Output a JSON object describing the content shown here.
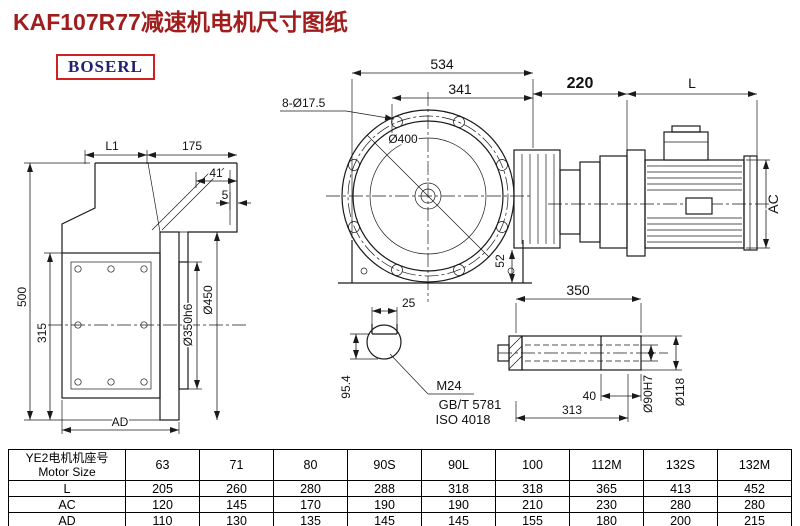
{
  "title": "KAF107R77减速机电机尺寸图纸",
  "logo": "BOSERL",
  "colors": {
    "title_red": "#a01d1d",
    "logo_blue": "#232270",
    "logo_border_red": "#cf2121",
    "line": "#1a1a1a"
  },
  "drawing": {
    "dims": {
      "dL1": "L1",
      "d175": "175",
      "d41": "41",
      "d5": "5",
      "d500": "500",
      "d315": "315",
      "dAD": "AD",
      "d350h6": "Ø350h6",
      "d450": "Ø450",
      "d534": "534",
      "d341": "341",
      "bolt_holes": "8-Ø17.5",
      "d400": "Ø400",
      "d52": "52",
      "d220": "220",
      "dL": "L",
      "dAC": "AC",
      "d25": "25",
      "d95_4": "95.4",
      "m24": "M24",
      "gbt": "GB/T 5781",
      "iso": "ISO 4018",
      "d350": "350",
      "d40": "40",
      "d313": "313",
      "d90h7": "Ø90H7",
      "d118": "Ø118"
    }
  },
  "table": {
    "header_cn": "YE2电机机座号",
    "header_en": "Motor Size",
    "sizes": [
      "63",
      "71",
      "80",
      "90S",
      "90L",
      "100",
      "112M",
      "132S",
      "132M"
    ],
    "rows": [
      {
        "label": "L",
        "values": [
          "205",
          "260",
          "280",
          "288",
          "318",
          "318",
          "365",
          "413",
          "452"
        ]
      },
      {
        "label": "AC",
        "values": [
          "120",
          "145",
          "170",
          "190",
          "190",
          "210",
          "230",
          "280",
          "280"
        ]
      },
      {
        "label": "AD",
        "values": [
          "110",
          "130",
          "135",
          "145",
          "145",
          "155",
          "180",
          "200",
          "215"
        ]
      }
    ]
  }
}
